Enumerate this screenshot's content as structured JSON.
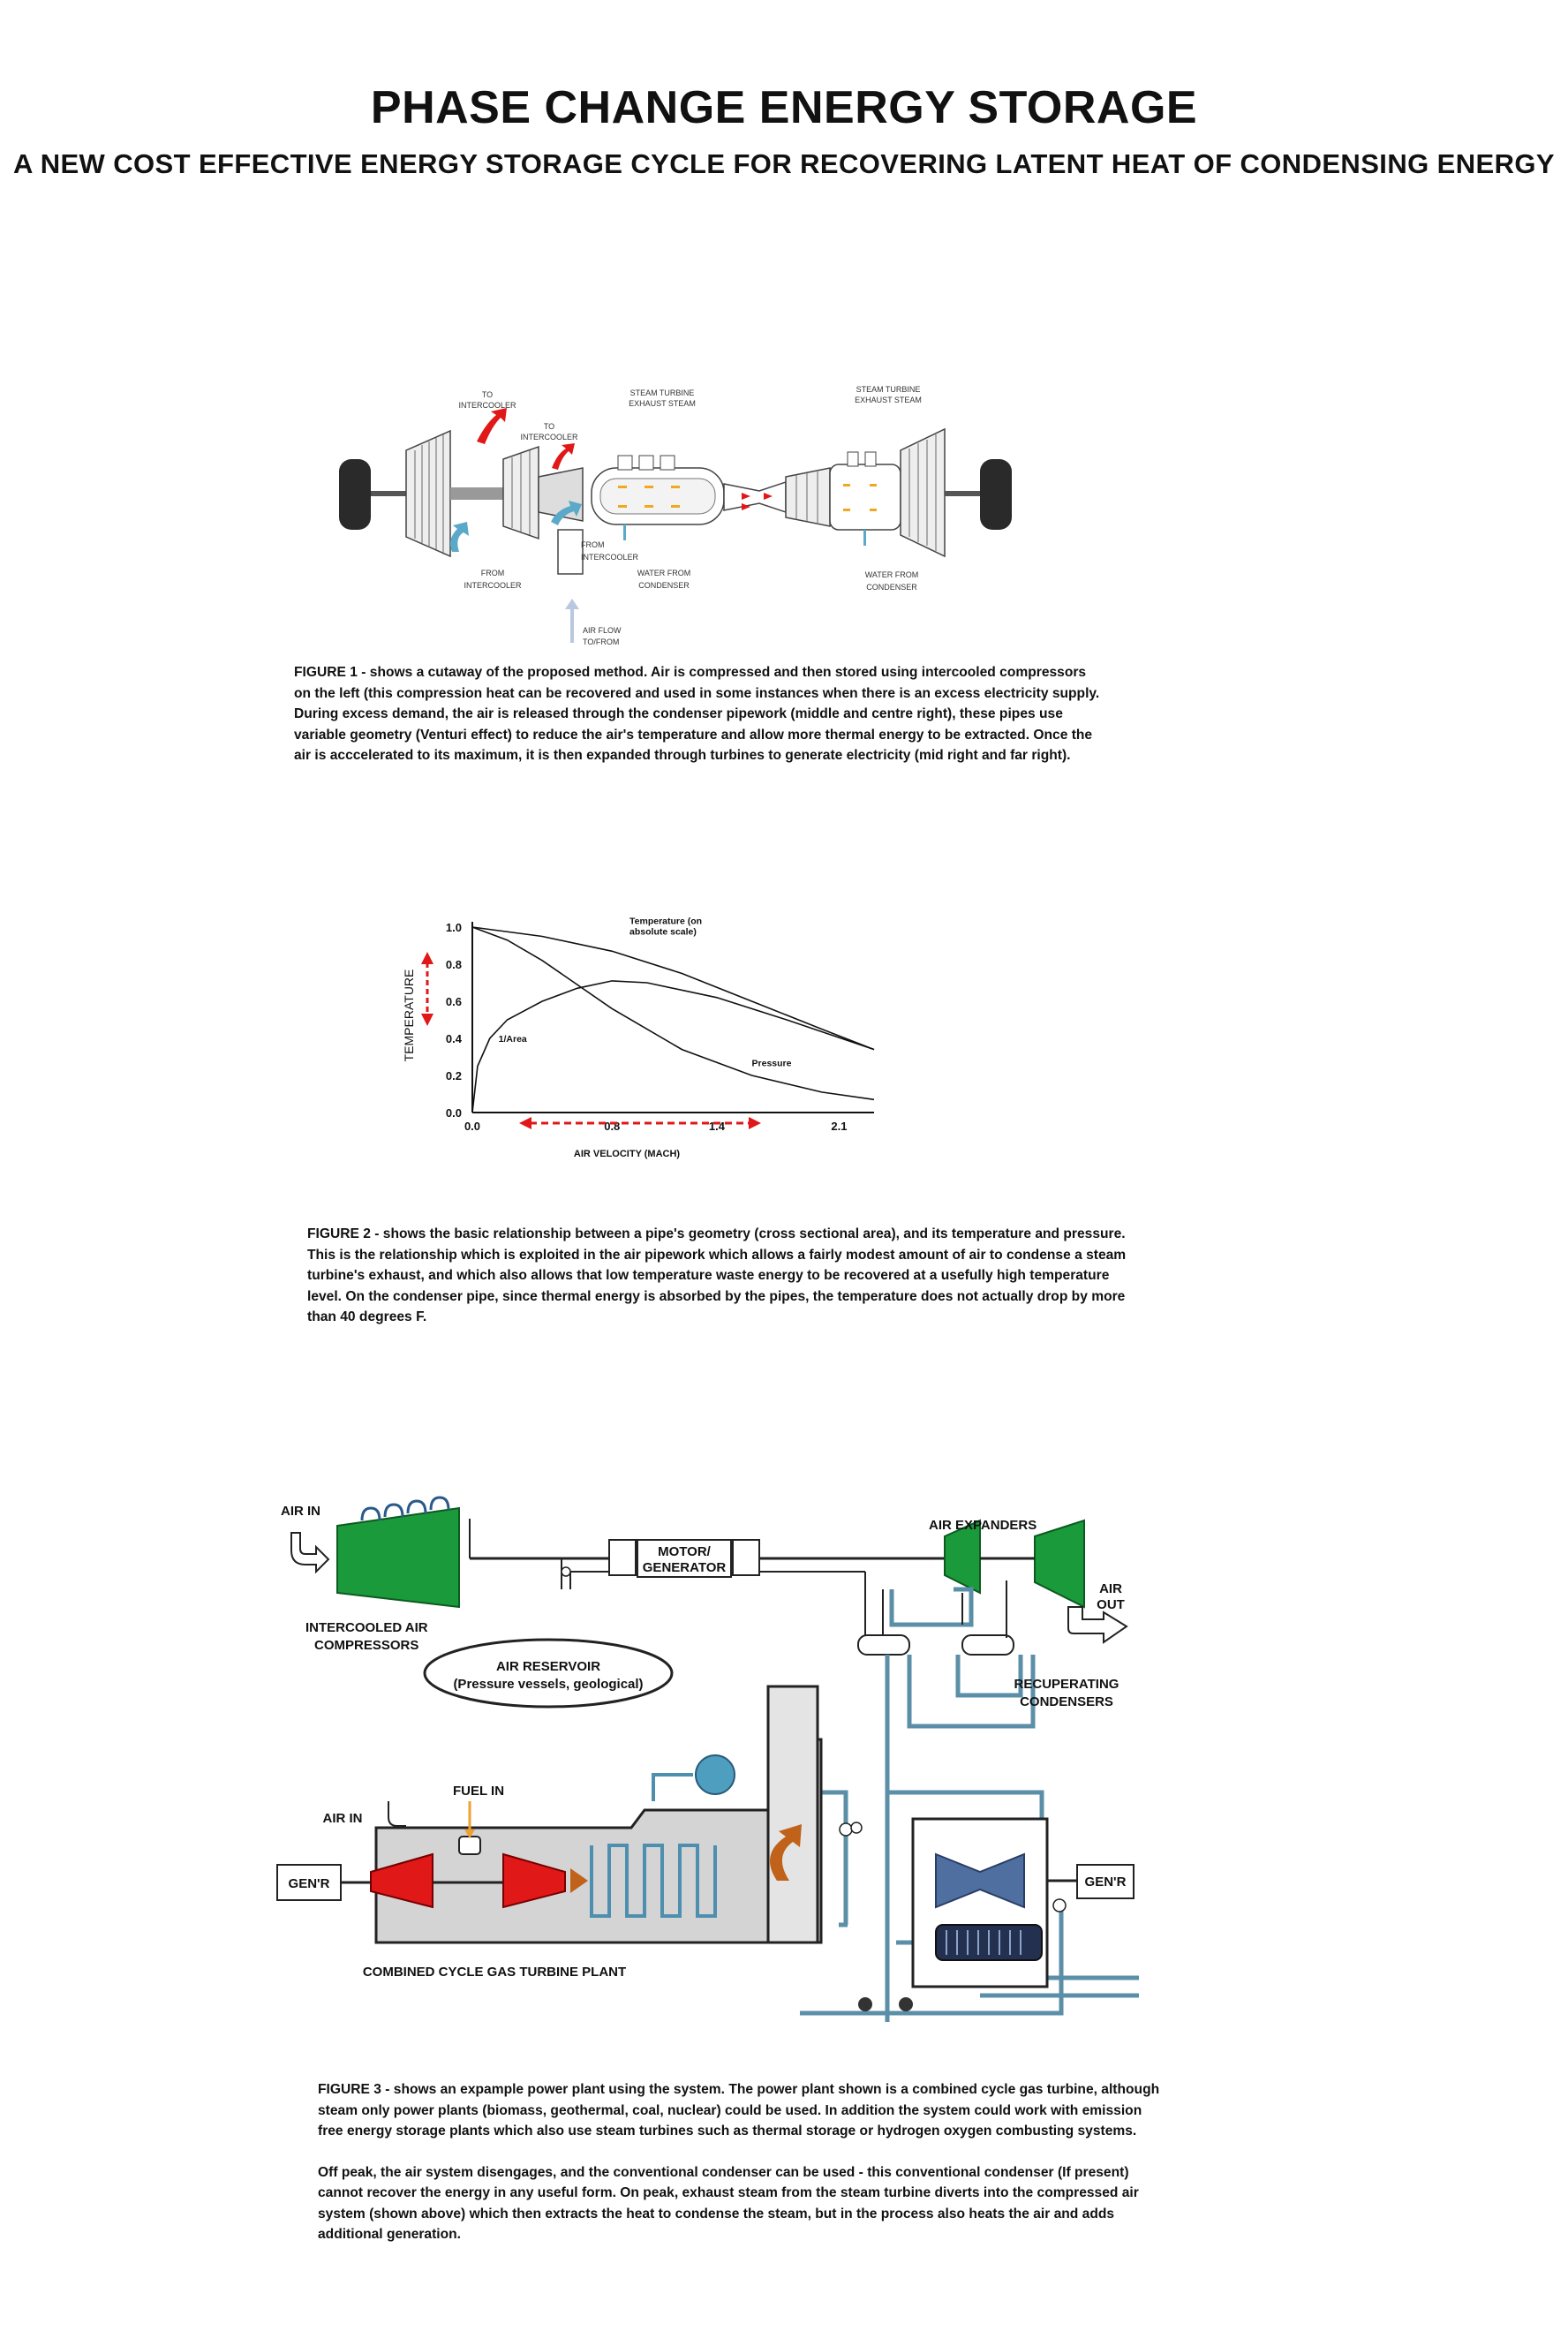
{
  "header": {
    "title": "PHASE CHANGE ENERGY STORAGE",
    "subtitle": "A NEW COST EFFECTIVE ENERGY STORAGE CYCLE FOR RECOVERING LATENT HEAT OF CONDENSING ENERGY"
  },
  "figure1": {
    "labels": {
      "to_intercooler_1": "TO",
      "to_intercooler_1b": "INTERCOOLER",
      "to_intercooler_2": "TO",
      "to_intercooler_2b": "INTERCOOLER",
      "steam_1a": "STEAM TURBINE",
      "steam_1b": "EXHAUST STEAM",
      "steam_2a": "STEAM TURBINE",
      "steam_2b": "EXHAUST STEAM",
      "from_intercooler_1": "FROM",
      "from_intercooler_1b": "INTERCOOLER",
      "from_intercooler_2": "FROM",
      "from_intercooler_2b": "INTERCOOLER",
      "water_1a": "WATER FROM",
      "water_1b": "CONDENSER",
      "water_2a": "WATER FROM",
      "water_2b": "CONDENSER",
      "airflow_a": "AIR FLOW",
      "airflow_b": "TO/FROM"
    },
    "caption": "FIGURE 1 - shows a cutaway of the proposed method.   Air is compressed and then stored using intercooled compressors on the left (this compression heat can be recovered and used in some instances when there is an excess electricity supply.   During excess demand, the air is released through the condenser pipework (middle and centre right), these pipes use variable geometry (Venturi effect) to reduce the air's temperature and allow more thermal energy to be extracted.   Once the air is acccelerated to its maximum, it is then expanded through turbines to generate electricity (mid right and far right)."
  },
  "figure2": {
    "caption": "FIGURE 2 - shows the basic relationship between a pipe's geometry (cross sectional area), and its temperature and pressure.   This is the relationship which is exploited in the air pipework which allows a fairly modest amount of air to condense a steam turbine's exhaust, and which also allows that low temperature waste energy to be recovered at a usefully high temperature level.   On the condenser pipe, since thermal energy is absorbed by the pipes, the temperature does not actually drop by more than 40 degrees F."
  },
  "chart_data": {
    "type": "line",
    "xlabel": "AIR VELOCITY (MACH)",
    "ylabel": "TEMPERATURE",
    "xlim": [
      0,
      2.3
    ],
    "ylim": [
      0,
      1.0
    ],
    "x_ticks": [
      "0.0",
      "0.8",
      "1.4",
      "2.1"
    ],
    "y_ticks": [
      "0.0",
      "0.2",
      "0.4",
      "0.6",
      "0.8",
      "1.0"
    ],
    "series": [
      {
        "name": "Temperature (on absolute scale)",
        "x": [
          0,
          0.4,
          0.8,
          1.2,
          1.6,
          2.0,
          2.3
        ],
        "y": [
          1.0,
          0.95,
          0.87,
          0.75,
          0.6,
          0.45,
          0.34
        ]
      },
      {
        "name": "1/Area",
        "x": [
          0,
          0.03,
          0.1,
          0.2,
          0.4,
          0.6,
          0.8,
          1.0,
          1.4,
          1.8,
          2.3
        ],
        "y": [
          0,
          0.25,
          0.4,
          0.5,
          0.6,
          0.67,
          0.71,
          0.7,
          0.62,
          0.5,
          0.34
        ]
      },
      {
        "name": "Pressure",
        "x": [
          0,
          0.2,
          0.4,
          0.8,
          1.2,
          1.6,
          2.0,
          2.3
        ],
        "y": [
          1.0,
          0.93,
          0.82,
          0.56,
          0.34,
          0.2,
          0.11,
          0.07
        ]
      }
    ],
    "grid": false,
    "legend": "inline labels"
  },
  "figure3": {
    "labels": {
      "air_in_top": "AIR IN",
      "compressors_a": "INTERCOOLED AIR",
      "compressors_b": "COMPRESSORS",
      "motor_a": "MOTOR/",
      "motor_b": "GENERATOR",
      "reservoir_a": "AIR RESERVOIR",
      "reservoir_b": "(Pressure vessels, geological)",
      "expanders": "AIR EXPANDERS",
      "air_out_a": "AIR",
      "air_out_b": "OUT",
      "recup_a": "RECUPERATING",
      "recup_b": "CONDENSERS",
      "fuel_in": "FUEL IN",
      "air_in_bottom": "AIR IN",
      "genr_left": "GEN'R",
      "genr_right": "GEN'R",
      "ccgt": "COMBINED CYCLE GAS TURBINE PLANT"
    },
    "caption_1": "FIGURE 3 - shows an expample power plant using the system.   The power plant shown is a combined cycle gas turbine, although steam only power plants (biomass, geothermal, coal, nuclear) could be used.   In addition the system could work with emission free energy storage plants which also use steam turbines such as thermal storage or hydrogen oxygen combusting systems.",
    "caption_2": "Off peak, the air system disengages, and the conventional condenser can be used - this conventional condenser (If present) cannot recover the energy in any useful form.   On peak, exhaust steam from the steam turbine diverts into the compressed air system (shown above) which then extracts the heat to condense the steam, but in the process also heats the air and adds additional generation."
  },
  "colors": {
    "green": "#1a9a3a",
    "red": "#e01818",
    "pipe_blue": "#5b8fa8",
    "plant_gray": "#d4d4d4",
    "arrow_orange": "#c0621a"
  }
}
